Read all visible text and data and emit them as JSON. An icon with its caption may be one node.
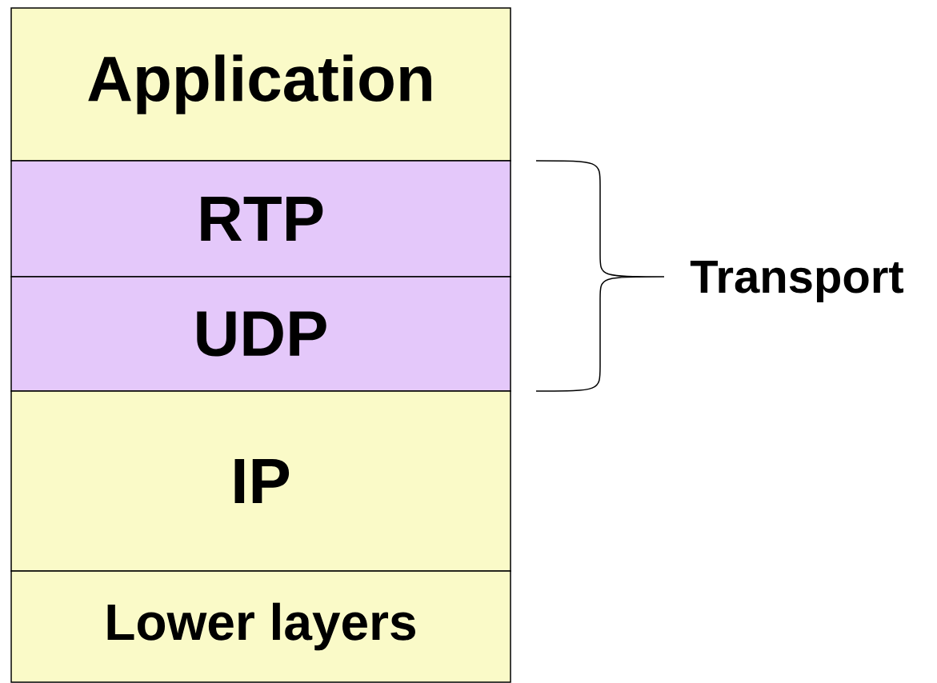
{
  "diagram": {
    "nodes": [
      {
        "text": [
          "Application"
        ]
      },
      {
        "text": [
          "RTP"
        ]
      },
      {
        "text": [
          "UDP"
        ]
      },
      {
        "text": [
          "IP"
        ]
      },
      {
        "text": [
          "Lower layers"
        ]
      }
    ],
    "labels": [
      "Transport"
    ]
  }
}
